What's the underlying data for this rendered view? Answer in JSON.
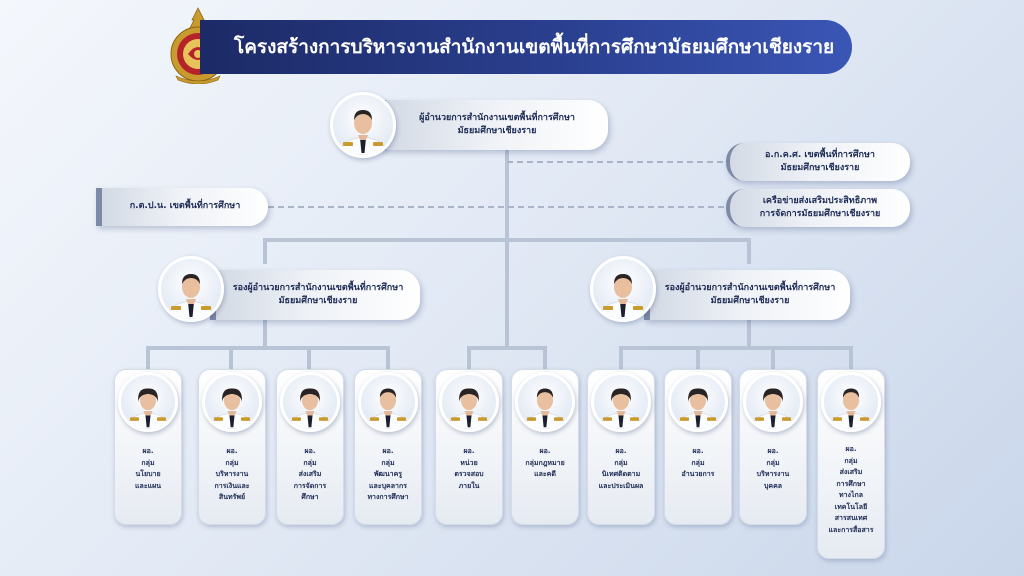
{
  "title": "โครงสร้างการบริหารงานสำนักงานเขตพื้นที่การศึกษามัธยมศึกษาเชียงราย",
  "director": {
    "lines": [
      "ผู้อำนวยการสำนักงานเขตพื้นที่การศึกษา",
      "มัธยมศึกษาเชียงราย"
    ]
  },
  "committee_left": {
    "lines": [
      "ก.ต.ป.น. เขตพื้นที่การศึกษา"
    ]
  },
  "committee_right_1": {
    "lines": [
      "อ.ก.ค.ศ. เขตพื้นที่การศึกษา",
      "มัธยมศึกษาเชียงราย"
    ]
  },
  "committee_right_2": {
    "lines": [
      "เครือข่ายส่งเสริมประสิทธิภาพ",
      "การจัดการมัธยมศึกษาเชียงราย"
    ]
  },
  "deputy_left": {
    "lines": [
      "รองผู้อำนวยการสำนักงานเขตพื้นที่การศึกษา",
      "มัธยมศึกษาเชียงราย"
    ]
  },
  "deputy_right": {
    "lines": [
      "รองผู้อำนวยการสำนักงานเขตพื้นที่การศึกษา",
      "มัธยมศึกษาเชียงราย"
    ]
  },
  "groups": [
    {
      "lines": [
        "ผอ.",
        "กลุ่ม",
        "นโยบาย",
        "และแผน"
      ],
      "gender": "f"
    },
    {
      "lines": [
        "ผอ.",
        "กลุ่ม",
        "บริหารงาน",
        "การเงินและ",
        "สินทรัพย์"
      ],
      "gender": "f"
    },
    {
      "lines": [
        "ผอ.",
        "กลุ่ม",
        "ส่งเสริม",
        "การจัดการ",
        "ศึกษา"
      ],
      "gender": "f"
    },
    {
      "lines": [
        "ผอ.",
        "กลุ่ม",
        "พัฒนาครู",
        "และบุคลากร",
        "ทางการศึกษา"
      ],
      "gender": "m"
    },
    {
      "lines": [
        "ผอ.",
        "หน่วย",
        "ตรวจสอบ",
        "ภายใน"
      ],
      "gender": "f"
    },
    {
      "lines": [
        "ผอ.",
        "กลุ่มกฎหมาย",
        "และคดี"
      ],
      "gender": "m"
    },
    {
      "lines": [
        "ผอ.",
        "กลุ่ม",
        "นิเทศติดตาม",
        "และประเมินผล"
      ],
      "gender": "f"
    },
    {
      "lines": [
        "ผอ.",
        "กลุ่ม",
        "อำนวยการ"
      ],
      "gender": "f"
    },
    {
      "lines": [
        "ผอ.",
        "กลุ่ม",
        "บริหารงาน",
        "บุคคล"
      ],
      "gender": "f"
    },
    {
      "lines": [
        "ผอ.",
        "กลุ่ม",
        "ส่งเสริม",
        "การศึกษา",
        "ทางไกล",
        "เทคโนโลยี",
        "สารสนเทศ",
        "และการสื่อสาร"
      ],
      "gender": "m"
    }
  ],
  "colors": {
    "title_bar": "#1c2a66",
    "connector": "#b8c3d6",
    "text": "#1d2b55",
    "emblem_gold": "#c99a2e",
    "emblem_red": "#b5232a"
  }
}
